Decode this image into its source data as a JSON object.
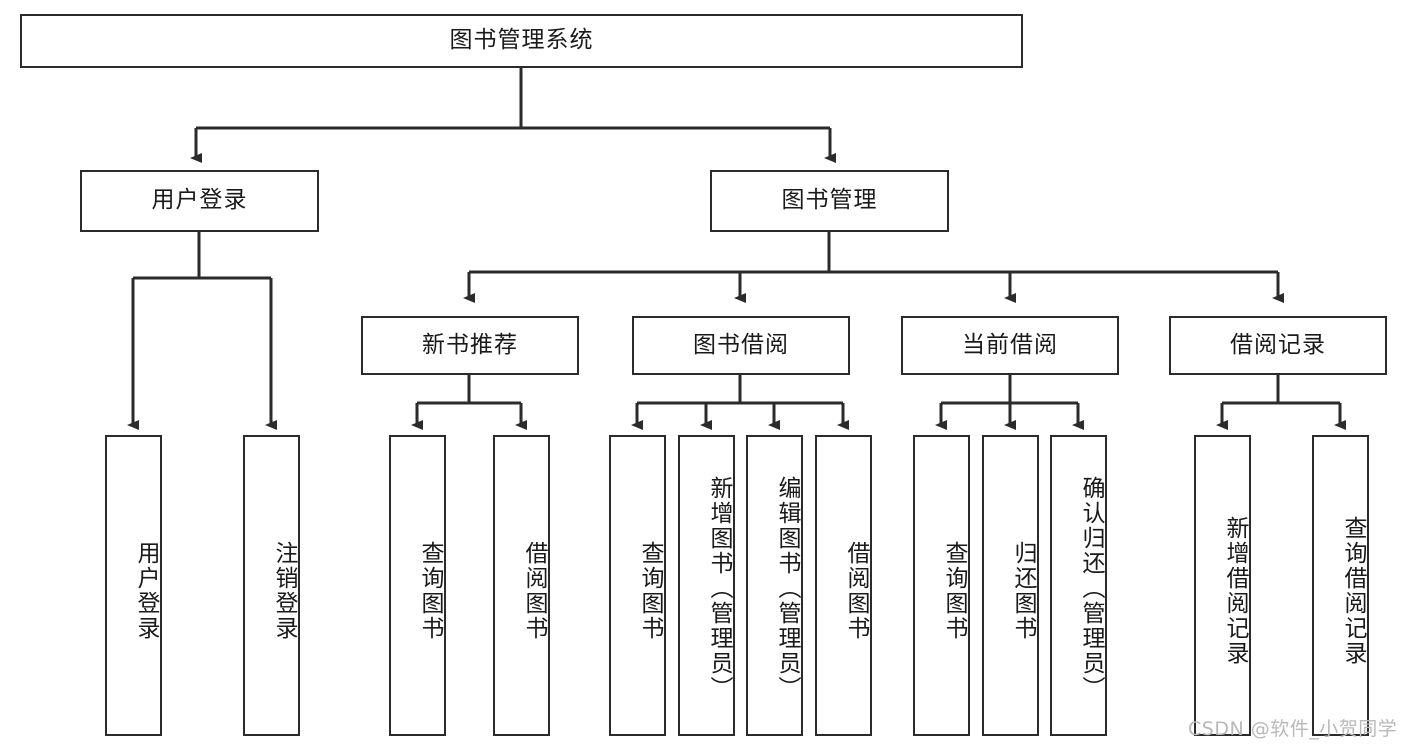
{
  "diagram": {
    "type": "tree",
    "title": "图书管理系统",
    "watermark": "CSDN @软件_小贺同学",
    "stroke_color": "#2b2b2b",
    "background_color": "#ffffff",
    "text_color": "#1a1a1a",
    "nodes": {
      "root": "图书管理系统",
      "level2": [
        "用户登录",
        "图书管理"
      ],
      "level3": [
        "新书推荐",
        "图书借阅",
        "当前借阅",
        "借阅记录"
      ],
      "leaves_user_login": [
        "用户登录",
        "注销登录"
      ],
      "leaves_new_book": [
        "查询图书",
        "借阅图书"
      ],
      "leaves_borrow": [
        "查询图书",
        "新增图书（管理员）",
        "编辑图书（管理员）",
        "借阅图书"
      ],
      "leaves_current": [
        "查询图书",
        "归还图书",
        "确认归还（管理员）"
      ],
      "leaves_records": [
        "新增借阅记录",
        "查询借阅记录"
      ]
    }
  }
}
